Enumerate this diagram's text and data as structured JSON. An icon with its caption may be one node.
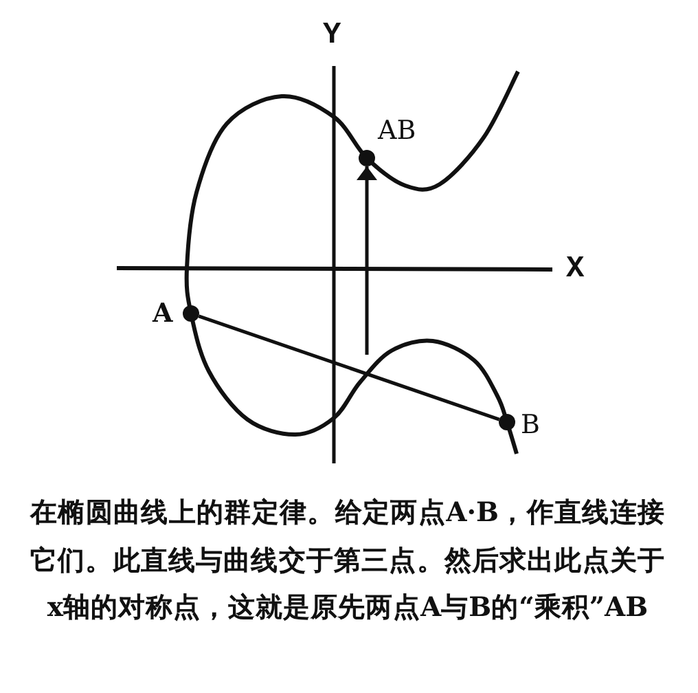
{
  "diagram": {
    "caption": "在椭圆曲线上的群定律。给定两点A·B，作直线连接它们。此直线与曲线交于第三点。然后求出此点关于x轴的对称点，这就是原先两点A与B的“乘积”AB",
    "nodes": [
      {
        "text": [],
        "shape": "circle",
        "beside": [
          "A"
        ]
      },
      {
        "text": [],
        "shape": "circle",
        "beside": [
          "B"
        ]
      },
      {
        "text": [],
        "shape": "circle",
        "beside": [
          "AB"
        ]
      }
    ],
    "edges": [
      {
        "from": 0,
        "to": 1,
        "arrow": "none"
      },
      {
        "from": null,
        "to": 2,
        "arrow": "to"
      }
    ],
    "labels": [
      "Y",
      "X"
    ]
  }
}
